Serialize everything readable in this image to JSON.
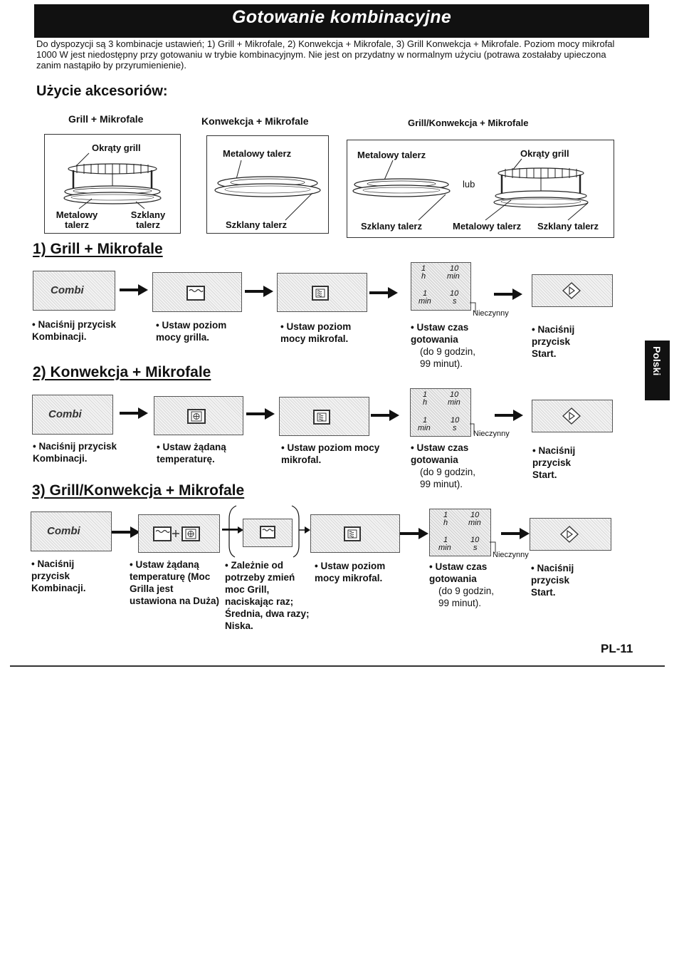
{
  "title": "Gotowanie kombinacyjne",
  "intro": "Do dyspozycji są 3 kombinacje ustawień; 1) Grill + Mikrofale, 2) Konwekcja + Mikrofale, 3) Grill Konwekcja + Mikrofale. Poziom mocy mikrofal 1000 W jest niedostępny przy gotowaniu w trybie kombinacyjnym. Nie jest on przydatny w normalnym użyciu (potrawa zostałaby upieczona zanim nastąpiło by przyrumienienie).",
  "accessories": {
    "heading": "Użycie akcesoriów:",
    "col1": {
      "label": "Grill + Mikrofale",
      "round_grill": "Okrąty grill",
      "metal_plate": "Metalowy talerz",
      "glass_plate": "Szklany talerz"
    },
    "col2": {
      "label": "Konwekcja + Mikrofale",
      "metal_plate": "Metalowy talerz",
      "glass_plate": "Szklany talerz"
    },
    "col3": {
      "label": "Grill/Konwekcja + Mikrofale",
      "metal_plate": "Metalowy talerz",
      "round_grill": "Okrąty grill",
      "or": "lub",
      "glass_plate": "Szklany talerz",
      "metal_plate_2": "Metalowy talerz",
      "glass_plate_2": "Szklany talerz"
    }
  },
  "combi_label": "Combi",
  "timer": {
    "h1": "1",
    "h10": "10",
    "h_unit": "h",
    "min_unit_top": "min",
    "m1": "1",
    "m10": "10",
    "min_unit": "min",
    "s_unit": "s",
    "inactive": "Nieczynny"
  },
  "sections": [
    {
      "title": "1) Grill + Mikrofale",
      "steps": [
        "• Naciśnij przycisk Kombinacji.",
        "• Ustaw poziom mocy grilla.",
        "• Ustaw poziom mocy mikrofal.",
        "• Ustaw czas gotowania",
        "(do 9 godzin, 99 minut).",
        "• Naciśnij przycisk Start."
      ]
    },
    {
      "title": "2) Konwekcja + Mikrofale",
      "steps": [
        "• Naciśnij przycisk Kombinacji.",
        "• Ustaw żądaną temperaturę.",
        "• Ustaw poziom mocy mikrofal.",
        "• Ustaw czas gotowania",
        "(do 9 godzin, 99 minut).",
        "• Naciśnij przycisk Start."
      ]
    },
    {
      "title": "3) Grill/Konwekcja + Mikrofale",
      "steps": [
        "• Naciśnij przycisk Kombinacji.",
        "• Ustaw żądaną temperaturę (Moc Grilla jest ustawiona na Duża)",
        "• Zależnie od potrzeby zmień moc Grill, naciskając raz; Średnia, dwa razy; Niska.",
        "• Ustaw poziom mocy mikrofal.",
        "• Ustaw czas gotowania",
        "(do 9 godzin, 99 minut).",
        "• Naciśnij przycisk Start."
      ]
    }
  ],
  "side_tab": "Polski",
  "page_number": "PL-11"
}
